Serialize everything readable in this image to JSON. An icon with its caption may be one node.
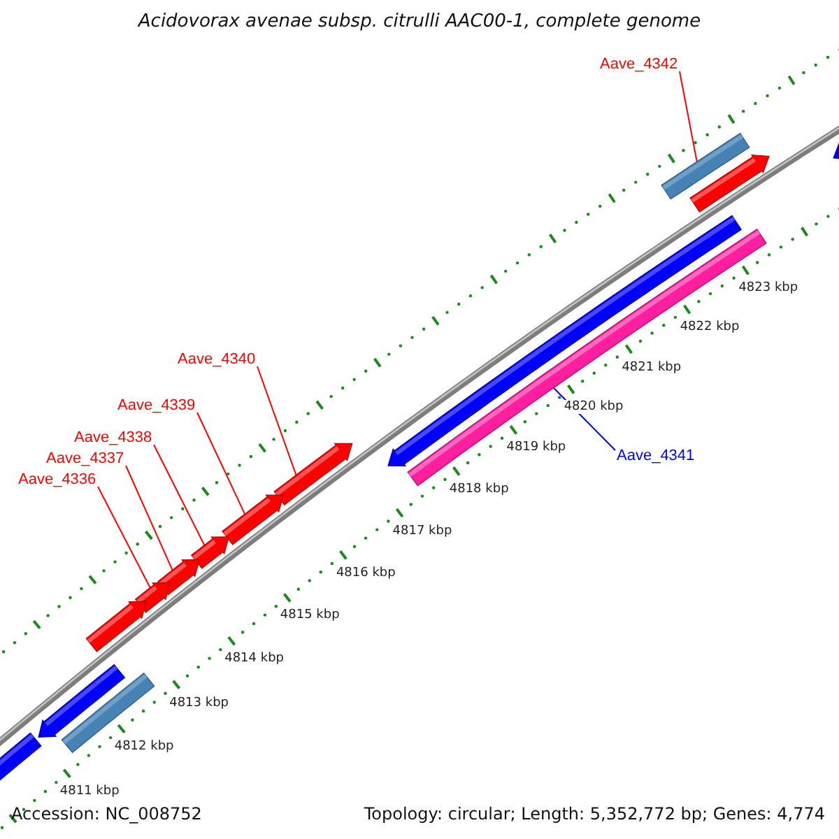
{
  "diagram": {
    "title": "Acidovorax avenae subsp. citrulli AAC00-1, complete genome",
    "nodes": [
      {
        "text": [
          "Aave_4342"
        ]
      },
      {
        "text": [
          "Aave_4340"
        ]
      },
      {
        "text": [
          "Aave_4339"
        ]
      },
      {
        "text": [
          "Aave_4338"
        ]
      },
      {
        "text": [
          "Aave_4337"
        ]
      },
      {
        "text": [
          "Aave_4336"
        ]
      },
      {
        "text": [
          "Aave_4341"
        ]
      },
      {
        "text": [],
        "shape": "bar"
      },
      {
        "text": [],
        "shape": "arrow"
      },
      {
        "text": [],
        "shape": "arrow"
      },
      {
        "text": [],
        "shape": "arrow"
      },
      {
        "text": [],
        "shape": "arrow"
      },
      {
        "text": [],
        "shape": "arrow"
      },
      {
        "text": [],
        "shape": "bar"
      },
      {
        "text": [],
        "shape": "arrow"
      },
      {
        "text": [],
        "shape": "arrow"
      },
      {
        "text": [],
        "shape": "arrow"
      },
      {
        "text": [],
        "shape": "arrow"
      },
      {
        "text": [],
        "shape": "arrow"
      },
      {
        "text": [],
        "shape": "arrow"
      },
      {
        "text": [],
        "shape": "bar"
      }
    ],
    "edges": [
      {
        "from": 0,
        "to": 7,
        "arrow": "none"
      },
      {
        "from": 1,
        "to": 8,
        "arrow": "none"
      },
      {
        "from": 2,
        "to": 9,
        "arrow": "none"
      },
      {
        "from": 3,
        "to": 10,
        "arrow": "none"
      },
      {
        "from": 4,
        "to": 11,
        "arrow": "none"
      },
      {
        "from": 5,
        "to": 12,
        "arrow": "none"
      },
      {
        "from": 6,
        "to": 13,
        "arrow": "none",
        "color": "#0000ff"
      }
    ],
    "labels": [
      "4823 kbp",
      "4822 kbp",
      "4821 kbp",
      "4820 kbp",
      "4819 kbp",
      "4818 kbp",
      "4817 kbp",
      "4816 kbp",
      "4815 kbp",
      "4814 kbp",
      "4813 kbp",
      "4812 kbp",
      "4811 kbp",
      "Accession: NC_008752",
      "Topology: circular; Length: 5,352,772 bp; Genes: 4,774"
    ]
  }
}
